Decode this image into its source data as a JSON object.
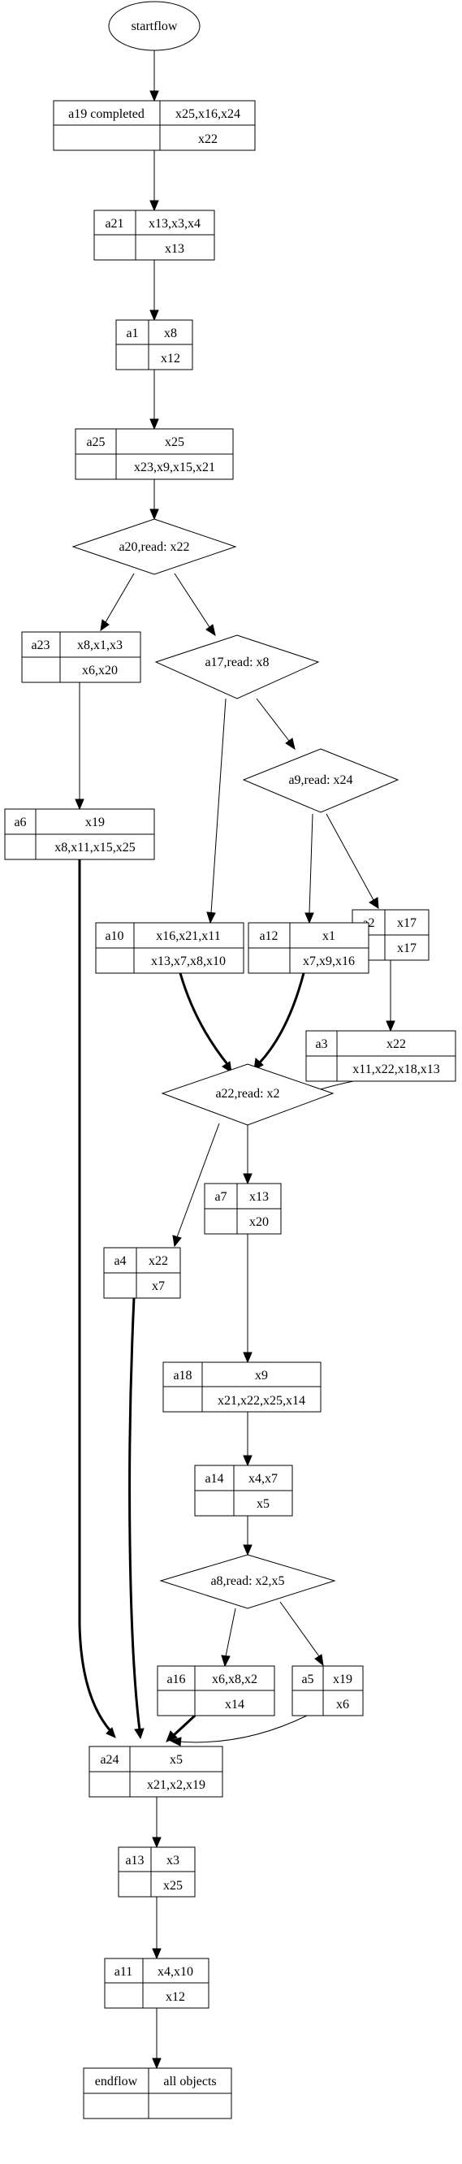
{
  "diagram": {
    "start": {
      "label": "startflow"
    },
    "nodes": {
      "a19": {
        "name": "a19 completed",
        "top": "x25,x16,x24",
        "bottom": "x22"
      },
      "a21": {
        "name": "a21",
        "top": "x13,x3,x4",
        "bottom": "x13"
      },
      "a1": {
        "name": "a1",
        "top": "x8",
        "bottom": "x12"
      },
      "a25": {
        "name": "a25",
        "top": "x25",
        "bottom": "x23,x9,x15,x21"
      },
      "a23": {
        "name": "a23",
        "top": "x8,x1,x3",
        "bottom": "x6,x20"
      },
      "a6": {
        "name": "a6",
        "top": "x19",
        "bottom": "x8,x11,x15,x25"
      },
      "a2": {
        "name": "a2",
        "top": "x17",
        "bottom": "x17"
      },
      "a10": {
        "name": "a10",
        "top": "x16,x21,x11",
        "bottom": "x13,x7,x8,x10"
      },
      "a12": {
        "name": "a12",
        "top": "x1",
        "bottom": "x7,x9,x16"
      },
      "a3": {
        "name": "a3",
        "top": "x22",
        "bottom": "x11,x22,x18,x13"
      },
      "a7": {
        "name": "a7",
        "top": "x13",
        "bottom": "x20"
      },
      "a4": {
        "name": "a4",
        "top": "x22",
        "bottom": "x7"
      },
      "a18": {
        "name": "a18",
        "top": "x9",
        "bottom": "x21,x22,x25,x14"
      },
      "a14": {
        "name": "a14",
        "top": "x4,x7",
        "bottom": "x5"
      },
      "a16": {
        "name": "a16",
        "top": "x6,x8,x2",
        "bottom": "x14"
      },
      "a5": {
        "name": "a5",
        "top": "x19",
        "bottom": "x6"
      },
      "a24": {
        "name": "a24",
        "top": "x5",
        "bottom": "x21,x2,x19"
      },
      "a13": {
        "name": "a13",
        "top": "x3",
        "bottom": "x25"
      },
      "a11": {
        "name": "a11",
        "top": "x4,x10",
        "bottom": "x12"
      },
      "end": {
        "name": "endflow",
        "top": "all objects",
        "bottom": ""
      }
    },
    "decisions": {
      "a20": "a20,read: x22",
      "a17": "a17,read: x8",
      "a9": "a9,read: x24",
      "a22": "a22,read: x2",
      "a8": "a8,read: x2,x5"
    }
  }
}
